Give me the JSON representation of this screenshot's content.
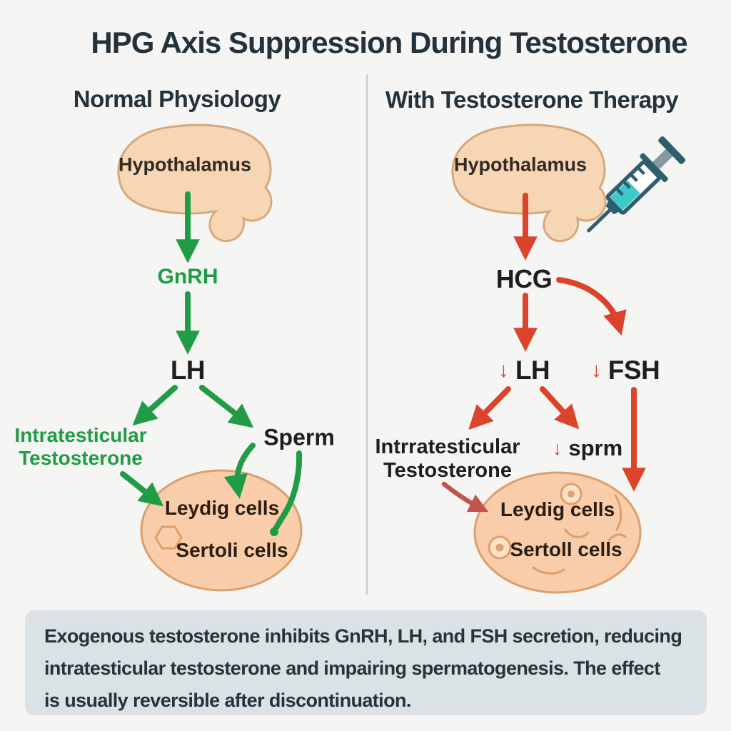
{
  "title": "HPG Axis Suppression During Testosterone",
  "left_panel": {
    "heading": "Normal Physiology",
    "hypothalamus": "Hypothalamus",
    "gnrh": "GnRH",
    "lh": "LH",
    "intratesticular_line1": "Intratesticular",
    "intratesticular_line2": "Testosterone",
    "sperm": "Sperm",
    "leydig_cells": "Leydig cells",
    "sertoli_cells": "Sertoli cells"
  },
  "right_panel": {
    "heading": "With Testosterone Therapy",
    "hypothalamus": "Hypothalamus",
    "hcg": "HCG",
    "down_arrow": "↓",
    "lh": "LH",
    "fsh": "FSH",
    "intratesticular_line1": "Intrratesticular",
    "intratesticular_line2": "Testosterone",
    "sperm": "sprm",
    "leydig_cells": "Leydig cells",
    "sertoli_cells": "Sertoll cells"
  },
  "caption": {
    "lines": [
      "Exogenous testosterone inhibits GnRH, LH, and FSH secretion, reducing",
      "intratesticular testosterone and impairing spermatogenesis. The effect",
      "is usually reversible after discontinuation."
    ]
  },
  "colors": {
    "stimulation_green": "#1f9c45",
    "suppression_red": "#db432a",
    "muted_red": "#c1544e",
    "tissue_fill": "#f9cda9",
    "tissue_stroke": "#dc9f6e",
    "heading_dark": "#24323c",
    "caption_bg": "#dbe2e6",
    "syringe_dark": "#2e5f6e",
    "syringe_teal": "#3ec9c9"
  }
}
